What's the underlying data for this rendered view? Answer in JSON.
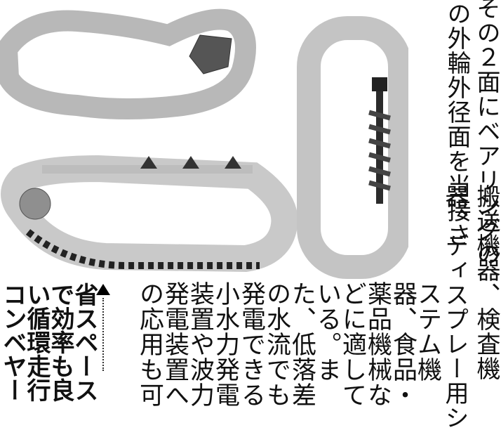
{
  "article": {
    "upper_columns": [
      {
        "id": "col-a",
        "text": "その２面にベアリングの"
      },
      {
        "id": "col-b",
        "text": "の外輪外径面を当接さ"
      },
      {
        "id": "col-c",
        "text": "器、ディスプレー用シ"
      },
      {
        "id": "col-d",
        "text": "搬送機器、検査機"
      }
    ],
    "lower_columns": [
      {
        "id": "col-1",
        "text": "ステム機"
      },
      {
        "id": "col-2",
        "text": "器、食品・"
      },
      {
        "id": "col-3",
        "text": "薬品機械な"
      },
      {
        "id": "col-4",
        "text": "どに適して"
      },
      {
        "id": "col-5",
        "text": "いる。ま"
      },
      {
        "id": "col-6",
        "text": "た、低落差"
      },
      {
        "id": "col-7",
        "text": "の水流でも"
      },
      {
        "id": "col-8",
        "text": "発電できる"
      },
      {
        "id": "col-9",
        "text": "小水力発電"
      },
      {
        "id": "col-10",
        "text": "装置や波力"
      },
      {
        "id": "col-11",
        "text": "発電装置へ"
      },
      {
        "id": "col-12",
        "text": "の応用も可"
      }
    ]
  },
  "caption": {
    "lines": [
      "省スペース",
      "で効率も良",
      "い循環走行",
      "コンベヤー"
    ]
  }
}
